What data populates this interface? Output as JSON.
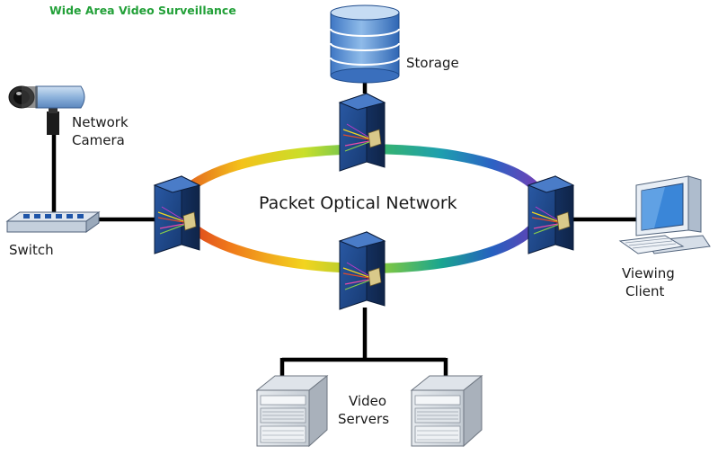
{
  "title": "Wide Area Video Surveillance",
  "network_label": "Packet Optical Network",
  "nodes": {
    "storage": {
      "label": "Storage",
      "icon": "database-storage-icon"
    },
    "camera": {
      "label_line1": "Network",
      "label_line2": "Camera",
      "icon": "network-camera-icon"
    },
    "switch": {
      "label": "Switch",
      "icon": "network-switch-icon"
    },
    "viewing_client": {
      "label_line1": "Viewing",
      "label_line2": "Client",
      "icon": "desktop-computer-icon"
    },
    "video_servers": {
      "label_line1": "Video",
      "label_line2": "Servers",
      "icon": "server-tower-icon"
    },
    "optical_node": {
      "icon": "optical-switch-icon",
      "count": 4
    }
  },
  "colors": {
    "title": "#22a038",
    "link": "#000000",
    "node_blue": "#1f4c8f",
    "ring_spectrum": [
      "#d43a2a",
      "#f39c12",
      "#e8e22e",
      "#5cbf3c",
      "#1fa59a",
      "#2b6fc8",
      "#6f3fb4"
    ]
  }
}
